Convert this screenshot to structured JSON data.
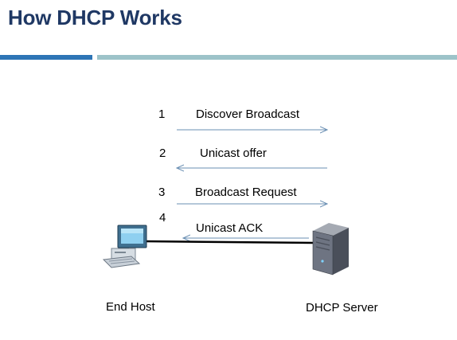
{
  "title": "How DHCP Works",
  "colors": {
    "title": "#1f3864",
    "bar_blue": "#2e75b6",
    "bar_teal": "#9dc3c9",
    "arrow": "#6a8fb3",
    "link": "#000000"
  },
  "steps": [
    {
      "num": "1",
      "label": "Discover Broadcast",
      "direction": "to-server"
    },
    {
      "num": "2",
      "label": "Unicast offer",
      "direction": "to-host"
    },
    {
      "num": "3",
      "label": "Broadcast Request",
      "direction": "to-server"
    },
    {
      "num": "4",
      "label": "Unicast ACK",
      "direction": "to-host"
    }
  ],
  "nodes": {
    "host": {
      "label": "End Host",
      "icon": "desktop-computer-icon"
    },
    "server": {
      "label": "DHCP Server",
      "icon": "server-tower-icon"
    }
  }
}
